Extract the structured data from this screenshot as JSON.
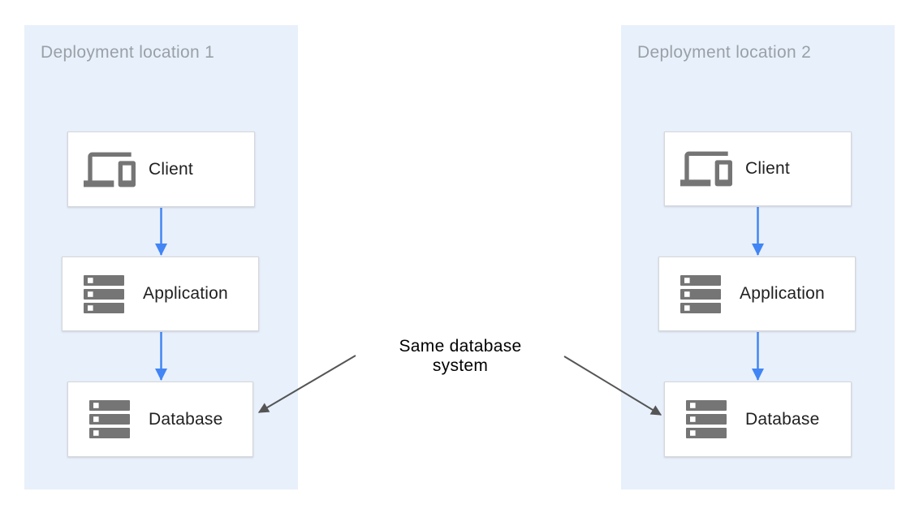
{
  "diagram": {
    "panels": [
      {
        "label": "Deployment location 1",
        "nodes": [
          {
            "label": "Client",
            "icon": "devices-icon"
          },
          {
            "label": "Application",
            "icon": "server-stack-icon"
          },
          {
            "label": "Database",
            "icon": "server-stack-icon"
          }
        ],
        "flow_edges": [
          {
            "from": "Client",
            "to": "Application"
          },
          {
            "from": "Application",
            "to": "Database"
          }
        ]
      },
      {
        "label": "Deployment location 2",
        "nodes": [
          {
            "label": "Client",
            "icon": "devices-icon"
          },
          {
            "label": "Application",
            "icon": "server-stack-icon"
          },
          {
            "label": "Database",
            "icon": "server-stack-icon"
          }
        ],
        "flow_edges": [
          {
            "from": "Client",
            "to": "Application"
          },
          {
            "from": "Application",
            "to": "Database"
          }
        ]
      }
    ],
    "annotation": {
      "line1": "Same database",
      "line2": "system",
      "points_to": [
        "Database (Deployment location 1)",
        "Database (Deployment location 2)"
      ]
    },
    "colors": {
      "panel_bg": "#E8F0FB",
      "panel_label": "#9AA0A6",
      "node_border": "#D5D7DA",
      "node_text": "#212121",
      "icon_gray": "#757575",
      "flow_arrow_blue": "#4285F4",
      "annotation_arrow_gray": "#555555"
    }
  }
}
